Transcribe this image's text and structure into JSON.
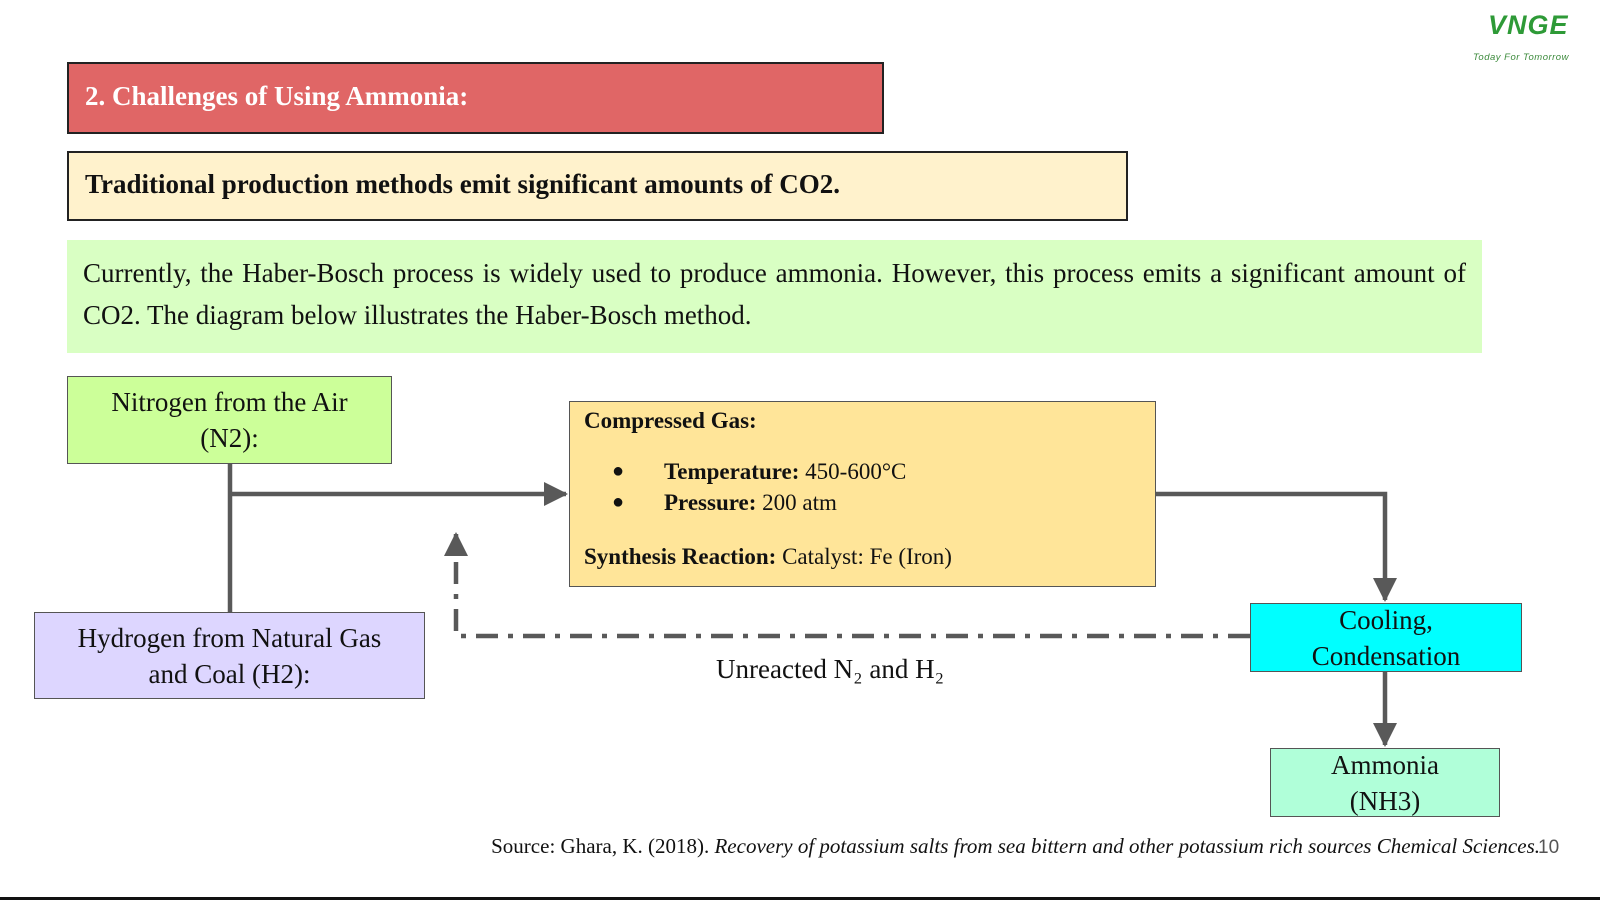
{
  "logo": {
    "mark": "VNGE",
    "tagline": "Today For Tomorrow"
  },
  "section_title": "2. Challenges of Using Ammonia:",
  "key_point": "Traditional production methods emit significant amounts of CO2.",
  "intro": "Currently, the Haber-Bosch process is widely used to produce ammonia. However, this process emits a significant amount of CO2. The diagram below illustrates the Haber-Bosch method.",
  "diagram": {
    "nitrogen": {
      "line1": "Nitrogen from the Air",
      "line2": "(N2):"
    },
    "hydrogen": {
      "line1": "Hydrogen from Natural Gas",
      "line2": "and Coal (H2):"
    },
    "reactor": {
      "title": "Compressed Gas:",
      "bullet": "●",
      "temperature_label": "Temperature:",
      "temperature_value": " 450-600°C",
      "pressure_label": "Pressure:",
      "pressure_value": " 200 atm",
      "reaction_label": "Synthesis Reaction:",
      "reaction_value": " Catalyst: Fe (Iron)"
    },
    "cooling": {
      "line1": "Cooling,",
      "line2": "Condensation"
    },
    "ammonia": {
      "line1": "Ammonia",
      "line2": "(NH3)"
    },
    "recycle_label": "Unreacted N₂ and H₂",
    "colors": {
      "nitrogen": "#ccff99",
      "hydrogen": "#ddd6ff",
      "reactor": "#ffe599",
      "cooling": "#00ffff",
      "ammonia": "#b0ffd9",
      "connector": "#595959"
    }
  },
  "source": {
    "prefix": "Source: Ghara, K. (2018). ",
    "citation": "Recovery of potassium salts from sea bittern and other potassium rich sources Chemical Sciences."
  },
  "page_number": "10"
}
